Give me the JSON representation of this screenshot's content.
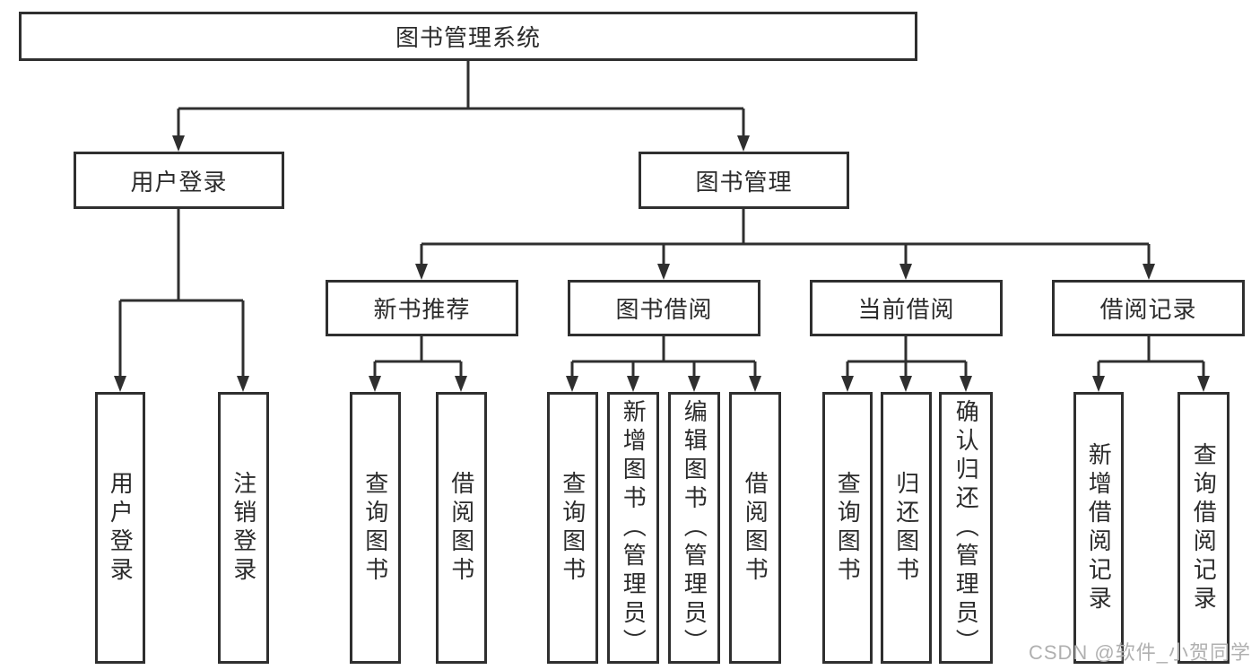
{
  "diagram_title": "图书管理系统",
  "watermark": {
    "text": "CSDN @软件_小贺同学",
    "color": "#b0b0b0"
  },
  "colors": {
    "line": "#2f2f2f",
    "text": "#2b2b2b",
    "background": "#ffffff"
  },
  "nodes": {
    "root": {
      "label": "图书管理系统",
      "level": 1,
      "parent": null
    },
    "user_login_group": {
      "label": "用户登录",
      "level": 2,
      "parent": "root"
    },
    "book_management": {
      "label": "图书管理",
      "level": 2,
      "parent": "root"
    },
    "user_login": {
      "label": "用户登录",
      "level": 3,
      "parent": "user_login_group"
    },
    "logout_login": {
      "label": "注销登录",
      "level": 3,
      "parent": "user_login_group"
    },
    "new_book_recommend": {
      "label": "新书推荐",
      "level": 3,
      "parent": "book_management"
    },
    "book_borrow": {
      "label": "图书借阅",
      "level": 3,
      "parent": "book_management"
    },
    "current_borrow": {
      "label": "当前借阅",
      "level": 3,
      "parent": "book_management"
    },
    "borrow_record": {
      "label": "借阅记录",
      "level": 3,
      "parent": "book_management"
    },
    "nbr_query_books": {
      "label": "查询图书",
      "level": 4,
      "parent": "new_book_recommend"
    },
    "nbr_borrow_books": {
      "label": "借阅图书",
      "level": 4,
      "parent": "new_book_recommend"
    },
    "bb_query_books": {
      "label": "查询图书",
      "level": 4,
      "parent": "book_borrow"
    },
    "bb_add_books": {
      "label": "新增图书（管理员）",
      "level": 4,
      "parent": "book_borrow"
    },
    "bb_edit_books": {
      "label": "编辑图书（管理员）",
      "level": 4,
      "parent": "book_borrow"
    },
    "bb_borrow_books": {
      "label": "借阅图书",
      "level": 4,
      "parent": "book_borrow"
    },
    "cb_query_books": {
      "label": "查询图书",
      "level": 4,
      "parent": "current_borrow"
    },
    "cb_return_books": {
      "label": "归还图书",
      "level": 4,
      "parent": "current_borrow"
    },
    "cb_confirm_return": {
      "label": "确认归还（管理员）",
      "level": 4,
      "parent": "current_borrow"
    },
    "br_add_record": {
      "label": "新增借阅记录",
      "level": 4,
      "parent": "borrow_record"
    },
    "br_query_record": {
      "label": "查询借阅记录",
      "level": 4,
      "parent": "borrow_record"
    }
  }
}
